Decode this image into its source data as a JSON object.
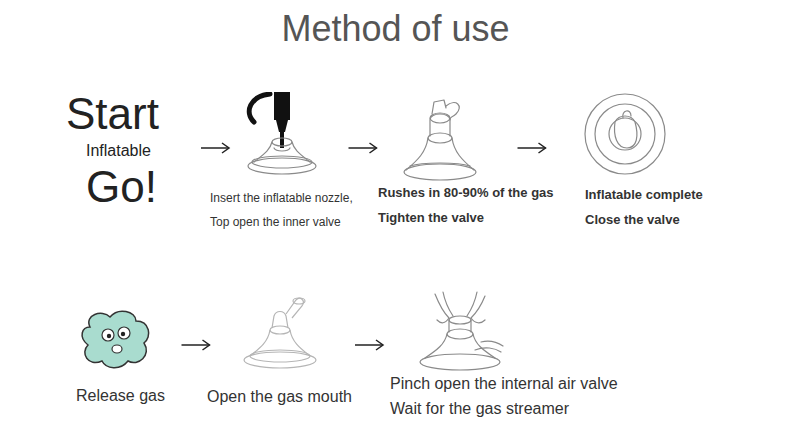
{
  "diagram": {
    "title": "Method of use",
    "nodes": [
      {
        "text": [
          "Start",
          "Inflatable",
          "Go!"
        ]
      },
      {
        "text": [
          "Insert the inflatable nozzle, Top open the inner valve"
        ]
      },
      {
        "text": [
          "Rushes in 80-90% of the gas",
          "Tighten the valve"
        ]
      },
      {
        "text": [
          "Inflatable complete",
          "Close the valve"
        ]
      },
      {
        "text": [
          "Release gas"
        ]
      },
      {
        "text": [
          "Open the gas mouth"
        ]
      },
      {
        "text": [
          "Pinch open the internal air valve",
          "Wait for the gas streamer"
        ]
      }
    ],
    "edges": [
      {
        "from": 0,
        "to": 1,
        "arrow": "to"
      },
      {
        "from": 1,
        "to": 2,
        "arrow": "to"
      },
      {
        "from": 2,
        "to": 3,
        "arrow": "to"
      },
      {
        "from": 4,
        "to": 5,
        "arrow": "to"
      },
      {
        "from": 5,
        "to": 6,
        "arrow": "to"
      }
    ]
  }
}
